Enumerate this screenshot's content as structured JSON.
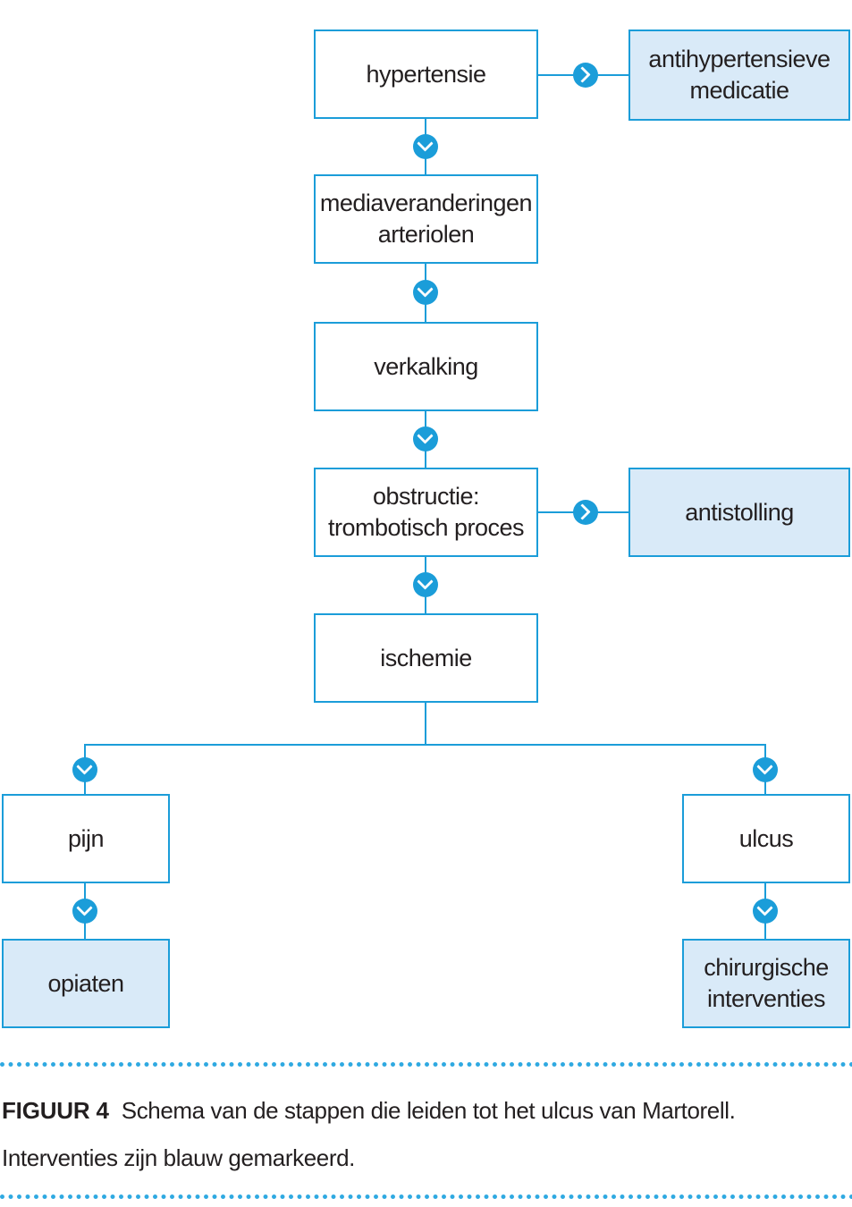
{
  "palette": {
    "line_blue": "#1b9dd9",
    "intervention_fill": "#d9eaf8",
    "text_color": "#231f20",
    "dot_blue": "#2fa9e1"
  },
  "flowchart": {
    "nodes": {
      "hypertensie": {
        "label": "hypertensie",
        "type": "plain"
      },
      "antihypertensieve_medicatie": {
        "label": "antihypertensieve\nmedicatie",
        "type": "intervention"
      },
      "mediaveranderingen_arteriolen": {
        "label": "mediaveranderingen\narteriolen",
        "type": "plain"
      },
      "verkalking": {
        "label": "verkalking",
        "type": "plain"
      },
      "obstructie_trombotisch_proces": {
        "label": "obstructie:\ntrombotisch proces",
        "type": "plain"
      },
      "antistolling": {
        "label": "antistolling",
        "type": "intervention"
      },
      "ischemie": {
        "label": "ischemie",
        "type": "plain"
      },
      "pijn": {
        "label": "pijn",
        "type": "plain"
      },
      "ulcus": {
        "label": "ulcus",
        "type": "plain"
      },
      "opiaten": {
        "label": "opiaten",
        "type": "intervention"
      },
      "chirurgische_interventies": {
        "label": "chirurgische\ninterventies",
        "type": "intervention"
      }
    },
    "edges": [
      {
        "from": "hypertensie",
        "to": "antihypertensieve_medicatie",
        "direction": "right"
      },
      {
        "from": "hypertensie",
        "to": "mediaveranderingen_arteriolen",
        "direction": "down"
      },
      {
        "from": "mediaveranderingen_arteriolen",
        "to": "verkalking",
        "direction": "down"
      },
      {
        "from": "verkalking",
        "to": "obstructie_trombotisch_proces",
        "direction": "down"
      },
      {
        "from": "obstructie_trombotisch_proces",
        "to": "antistolling",
        "direction": "right"
      },
      {
        "from": "obstructie_trombotisch_proces",
        "to": "ischemie",
        "direction": "down"
      },
      {
        "from": "ischemie",
        "to": "pijn",
        "direction": "down"
      },
      {
        "from": "ischemie",
        "to": "ulcus",
        "direction": "down"
      },
      {
        "from": "pijn",
        "to": "opiaten",
        "direction": "down"
      },
      {
        "from": "ulcus",
        "to": "chirurgische_interventies",
        "direction": "down"
      }
    ]
  },
  "caption": {
    "label": "FIGUUR 4",
    "line1": "Schema van de stappen die leiden tot het ulcus van Martorell.",
    "line2": "Interventies zijn blauw gemarkeerd."
  }
}
